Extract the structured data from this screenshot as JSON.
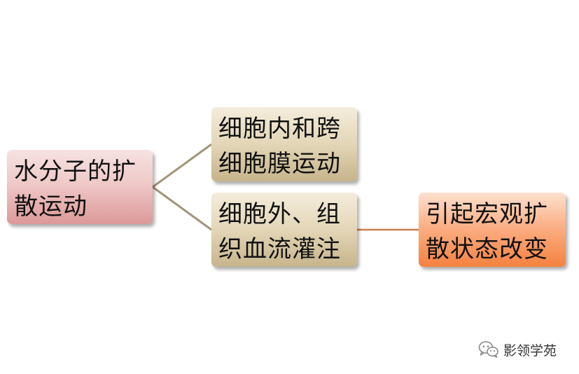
{
  "nodes": {
    "root": {
      "lines": [
        "水分子的扩",
        "散运动"
      ]
    },
    "intracellular": {
      "lines": [
        "细胞内和跨",
        "细胞膜运动"
      ]
    },
    "extracellular": {
      "lines": [
        "细胞外、组",
        "织血流灌注"
      ]
    },
    "result": {
      "lines": [
        "引起宏观扩",
        "散状态改变"
      ]
    }
  },
  "colors": {
    "connector_branch": "#a39479",
    "connector_result": "#c8804d",
    "root_fill": "#efc9c8",
    "mid_fill": "#e3d6b7",
    "result_fill": "#fbb086"
  },
  "watermark": {
    "icon": "wechat-icon",
    "text": "影领学苑"
  }
}
